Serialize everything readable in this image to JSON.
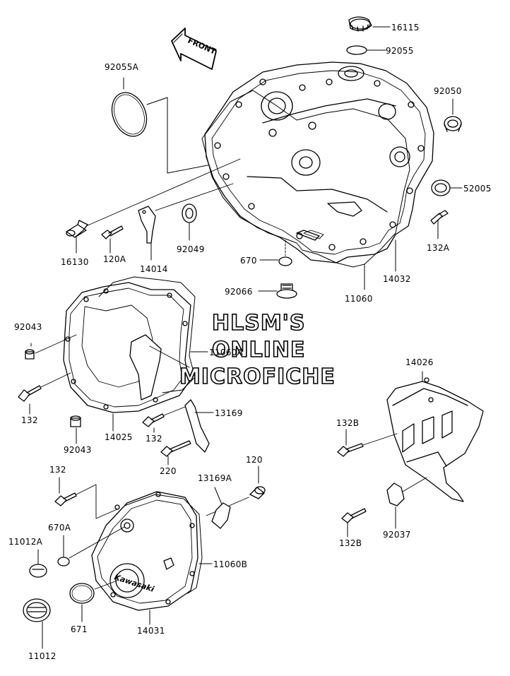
{
  "front_arrow": "FRONT",
  "watermark": {
    "line1": "HLSM'S",
    "line2": "ONLINE",
    "line3": "MICROFICHE"
  },
  "brand_logo": "Kawasaki",
  "parts": {
    "p16115": "16115",
    "p92055": "92055",
    "p92055A": "92055A",
    "p92050": "92050",
    "p52005": "52005",
    "p132A": "132A",
    "p16130": "16130",
    "p120A": "120A",
    "p14014": "14014",
    "p92049": "92049",
    "p670": "670",
    "p14032": "14032",
    "p11060": "11060",
    "p92066": "92066",
    "p92043a": "92043",
    "p11060A": "11060A",
    "p14026": "14026",
    "p132a": "132",
    "p92043b": "92043",
    "p14025": "14025",
    "p13169": "13169",
    "p132b": "132",
    "p132B_top": "132B",
    "p220": "220",
    "p132c": "132",
    "p120": "120",
    "p13169A": "13169A",
    "p670A": "670A",
    "p11012A": "11012A",
    "p11060B": "11060B",
    "p132B_bot": "132B",
    "p92037": "92037",
    "p671": "671",
    "p14031": "14031",
    "p11012": "11012"
  }
}
